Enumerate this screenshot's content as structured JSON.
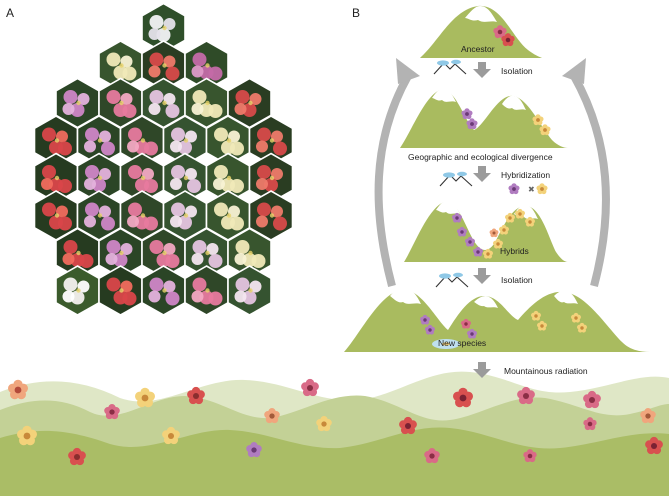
{
  "panels": {
    "a": "A",
    "b": "B"
  },
  "labels": {
    "ancestor": "Ancestor",
    "isolation_1": "Isolation",
    "divergence": "Geographic and ecological divergence",
    "hybridization": "Hybridization",
    "hybrids": "Hybrids",
    "isolation_2": "Isolation",
    "new_species": "New species",
    "radiation": "Mountainous radiation"
  },
  "colors": {
    "mountain": "#a6b95d",
    "mountain_light": "#c6d398",
    "snow": "#ffffff",
    "arrow": "#aaaaaa",
    "water": "#bfe0f0",
    "flower_pink": "#d96a87",
    "flower_purple": "#b07cc0",
    "flower_yellow": "#f3d27a",
    "flower_red": "#d8504f",
    "flower_peach": "#f0a67d"
  },
  "photo_grid": {
    "rows": 8,
    "tiles": 37,
    "subject": "rhododendron flowers"
  }
}
